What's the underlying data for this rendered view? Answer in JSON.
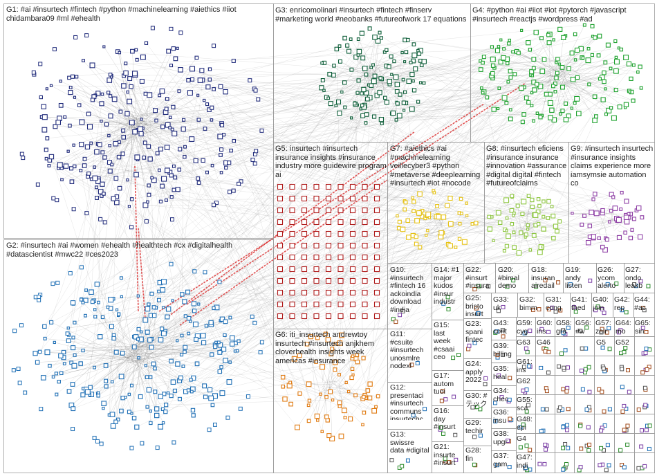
{
  "title": "Twitter NodeXL SNA Map",
  "colors": {
    "background": "#ffffff",
    "box_border": "#9a9a9a",
    "edge": "#7a7a7a",
    "edge_strong": "#d81c1c"
  },
  "groups": [
    {
      "id": "G1",
      "text": "G1: #ai #insurtech #fintech #python #machinelearning #aiethics #iiot chidambara09 #ml #ehealth",
      "color": "#1f2a7a",
      "node_color": "#1f2a7a"
    },
    {
      "id": "G2",
      "text": "G2: #insurtech #ai #women #ehealth #healthtech #cx #digitalhealth #datascientist #mwc22 #ces2023",
      "color": "#1f6fb5",
      "node_color": "#1f6fb5"
    },
    {
      "id": "G3",
      "text": "G3: enricomolinari #insurtech #fintech #finserv #marketing world #neobanks #futureofwork 17 equations",
      "color": "#0f5f3a",
      "node_color": "#0f5f3a"
    },
    {
      "id": "G4",
      "text": "G4: #python #ai #iiot #iot #pytorch #javascript #insurtech #reactjs #wordpress #ad",
      "color": "#1da12d",
      "node_color": "#1da12d"
    },
    {
      "id": "G5",
      "text": "G5: insurtech #insurtech insurance insights #insurance industry more guidewire program ai",
      "color": "#b01c1c",
      "node_color": "#b01c1c"
    },
    {
      "id": "G6",
      "text": "G6: iti_insurtech andrewtoy insurtech #insurtech anjkhem cloverhealth insights week americas #insurance",
      "color": "#e07a10",
      "node_color": "#e07a10"
    },
    {
      "id": "G7",
      "text": "G7: #aiethics #ai #machinelearning veillecyber3 #python #metaverse #deeplearning #insurtech #iot #nocode",
      "color": "#e6c214",
      "node_color": "#e6c214"
    },
    {
      "id": "G8",
      "text": "G8: #insurtech eficiens #insurance insurance #innovation #assurance #digital digital #fintech #futureofclaims",
      "color": "#8dc63f",
      "node_color": "#8dc63f"
    },
    {
      "id": "G9",
      "text": "G9: #insurtech insurtech #insurance insights claims experience more iamsymsie automation co",
      "color": "#8e3fa5",
      "node_color": "#8e3fa5"
    },
    {
      "id": "G10",
      "text": "G10: #insurtech #fintech 16 ackoindia download #india"
    },
    {
      "id": "G11",
      "text": "G11: #csuite #insurtech unosmlre nodexl"
    },
    {
      "id": "G12",
      "text": "G12: presentaci #insurtech communs insurtechc"
    },
    {
      "id": "G13",
      "text": "G13: swissre data #digital"
    },
    {
      "id": "G14",
      "text": "G14: #1 major kudos #insur industr"
    },
    {
      "id": "G15",
      "text": "G15: last week #csaai ceo"
    },
    {
      "id": "G16",
      "text": "G16: day #insurt"
    },
    {
      "id": "G17",
      "text": "G17: autom tuoi"
    },
    {
      "id": "G21",
      "text": "G21: insurte #insurt"
    },
    {
      "id": "G22",
      "text": "G22: #insurt #insura"
    },
    {
      "id": "G23",
      "text": "G23: spani fintec"
    },
    {
      "id": "G24",
      "text": "G24: apply 2022"
    },
    {
      "id": "G25",
      "text": "G25: bristo insurt"
    },
    {
      "id": "G28",
      "text": "G28: fin"
    },
    {
      "id": "G29",
      "text": "G29: techir"
    },
    {
      "id": "G30",
      "text": "G30: #テック"
    },
    {
      "id": "G20",
      "text": "G20: #bimal demo"
    },
    {
      "id": "G18",
      "text": "G18: insuran airedail"
    },
    {
      "id": "G19",
      "text": "G19: andy listen"
    },
    {
      "id": "G26",
      "text": "G26: ycom alerto"
    },
    {
      "id": "G27",
      "text": "G27: ondo leakb"
    },
    {
      "id": "G33",
      "text": "G33: uk"
    },
    {
      "id": "G32",
      "text": "G32: bimm"
    },
    {
      "id": "G31",
      "text": "G31: cong"
    },
    {
      "id": "G41",
      "text": "G41: thed"
    },
    {
      "id": "G40",
      "text": "G40: join"
    },
    {
      "id": "G42",
      "text": "G42: rep"
    },
    {
      "id": "G44",
      "text": "G44: #ac"
    },
    {
      "id": "G43",
      "text": "G43: cont"
    },
    {
      "id": "G59",
      "text": "G59: cyg"
    },
    {
      "id": "G60",
      "text": "G60: ins"
    },
    {
      "id": "G58",
      "text": "G58: gra"
    },
    {
      "id": "G56",
      "text": "G56: #w"
    },
    {
      "id": "G57",
      "text": "G57: zelr"
    },
    {
      "id": "G64",
      "text": "G64: mo"
    },
    {
      "id": "G65",
      "text": "G65: sin"
    },
    {
      "id": "G39",
      "text": "G39: billing"
    },
    {
      "id": "G63",
      "text": "G63"
    },
    {
      "id": "G46",
      "text": "G46"
    },
    {
      "id": "G5x",
      "text": "G5"
    },
    {
      "id": "G52",
      "text": "G52"
    },
    {
      "id": "G35",
      "text": "G35: heal"
    },
    {
      "id": "G61",
      "text": "G61: ins"
    },
    {
      "id": "G62",
      "text": "G62"
    },
    {
      "id": "G34",
      "text": "G34: chec"
    },
    {
      "id": "G55",
      "text": "G55: sca"
    },
    {
      "id": "G36",
      "text": "G36: insu"
    },
    {
      "id": "G48",
      "text": "G48: epi"
    },
    {
      "id": "G38",
      "text": "G38: upgr"
    },
    {
      "id": "G4x",
      "text": "G4"
    },
    {
      "id": "G37",
      "text": "G37: gam"
    },
    {
      "id": "G47",
      "text": "G47: indi"
    }
  ]
}
